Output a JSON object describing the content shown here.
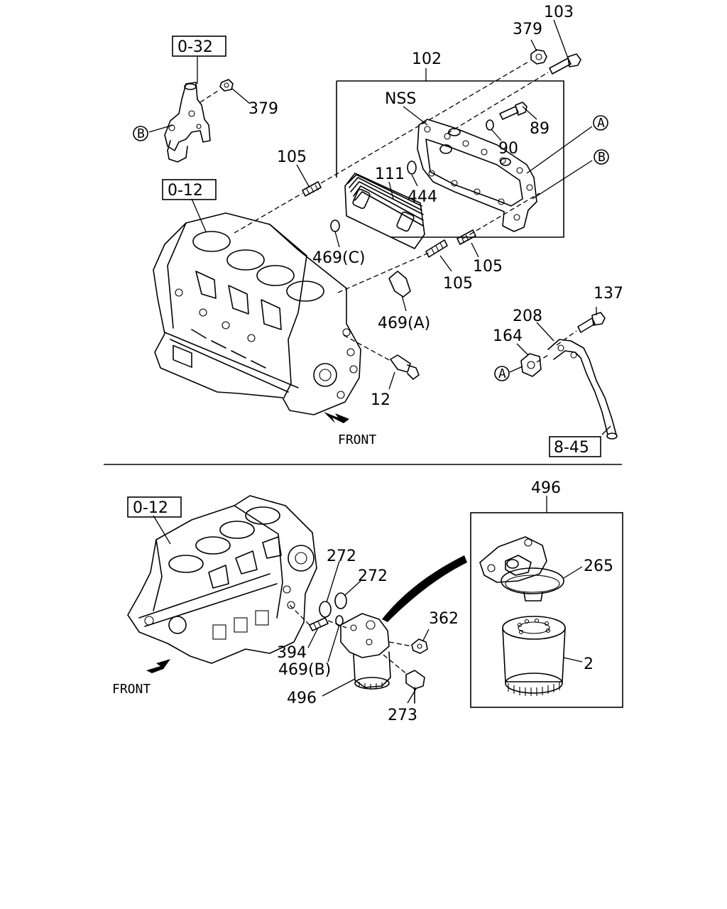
{
  "callouts": {
    "ref_0_32": "0-32",
    "ref_0_12_top": "0-12",
    "ref_8_45": "8-45",
    "ref_0_12_bottom": "0-12",
    "p103": "103",
    "p379_top": "379",
    "p102": "102",
    "nss": "NSS",
    "p379_left": "379",
    "p89": "89",
    "circle_a_top": "A",
    "p90": "90",
    "circle_b_right": "B",
    "circle_b_left": "B",
    "p105_left": "105",
    "p111": "111",
    "p444": "444",
    "p469c": "469(C)",
    "p105_mid_right": "105",
    "p105_mid": "105",
    "p137": "137",
    "p208": "208",
    "p164": "164",
    "circle_a_bottom": "A",
    "p469a": "469(A)",
    "p12": "12",
    "front_top": "FRONT",
    "p496_box": "496",
    "p265": "265",
    "p272_a": "272",
    "p272_b": "272",
    "p362": "362",
    "p2": "2",
    "p394": "394",
    "p469b": "469(B)",
    "p496_bottom": "496",
    "p273": "273",
    "front_bottom": "FRONT"
  },
  "colors": {
    "line": "#000000",
    "background": "#ffffff"
  }
}
